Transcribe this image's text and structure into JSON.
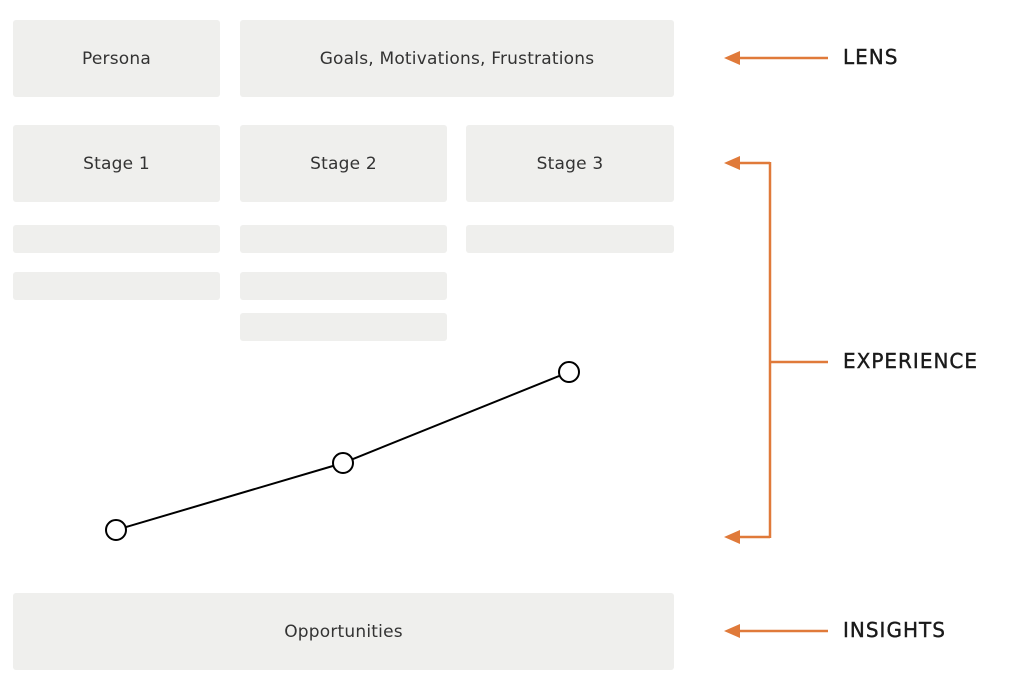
{
  "lens_row": {
    "persona": "Persona",
    "goals": "Goals, Motivations, Frustrations"
  },
  "stages": [
    {
      "label": "Stage 1"
    },
    {
      "label": "Stage 2"
    },
    {
      "label": "Stage 3"
    }
  ],
  "insights_row": {
    "opportunities": "Opportunities"
  },
  "side_labels": {
    "lens": "LENS",
    "experience": "EXPERIENCE",
    "insights": "INSIGHTS"
  },
  "colors": {
    "box_fill": "#efefed",
    "accent": "#e07a3a",
    "line": "#000000"
  }
}
